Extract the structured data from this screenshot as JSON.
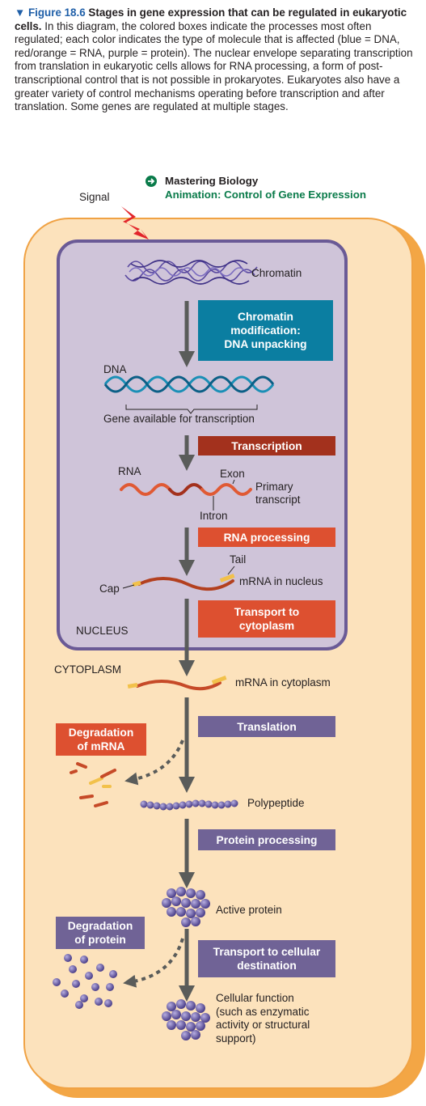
{
  "caption": {
    "figure_label": "▼ Figure 18.6",
    "title": "Stages in gene expression that can be regulated in eukaryotic cells.",
    "body": "In this diagram, the colored boxes indicate the processes most often regulated; each color indicates the type of molecule that is affected (blue = DNA, red/orange = RNA, purple = protein). The nuclear envelope separating transcription from translation in eukaryotic cells allows for RNA processing, a form of post-transcriptional control that is not possible in prokaryotes. Eukaryotes also have a greater variety of control mechanisms operating before transcription and after translation. Some genes are regulated at multiple stages."
  },
  "mastering": {
    "title": "Mastering Biology",
    "animation": "Animation: Control of Gene Expression",
    "icon": "arrow-circle-icon"
  },
  "labels": {
    "signal": "Signal",
    "chromatin": "Chromatin",
    "dna": "DNA",
    "gene_available": "Gene available for transcription",
    "rna": "RNA",
    "exon": "Exon",
    "primary_transcript": "Primary\ntranscript",
    "intron": "Intron",
    "tail": "Tail",
    "cap": "Cap",
    "mrna_nucleus": "mRNA in nucleus",
    "nucleus": "NUCLEUS",
    "cytoplasm": "CYTOPLASM",
    "mrna_cytoplasm": "mRNA in cytoplasm",
    "polypeptide": "Polypeptide",
    "active_protein": "Active protein",
    "cellular_function": "Cellular function\n(such as enzymatic\nactivity or structural\nsupport)"
  },
  "stages": {
    "chromatin_mod": "Chromatin\nmodification:\nDNA unpacking",
    "transcription": "Transcription",
    "rna_processing": "RNA processing",
    "transport_cytoplasm": "Transport to\ncytoplasm",
    "degradation_mrna": "Degradation\nof mRNA",
    "translation": "Translation",
    "protein_processing": "Protein processing",
    "degradation_protein": "Degradation\nof protein",
    "transport_cellular": "Transport to cellular\ndestination"
  },
  "colors": {
    "dna": "#0b7ea1",
    "rna_dark": "#a3311d",
    "rna": "#dd5030",
    "protein": "#706396",
    "cell_fill": "#fce2bc",
    "cell_edge": "#f3a645",
    "nucleus_fill": "#cfc4d9",
    "nucleus_edge": "#6a5a96",
    "arrow": "#5a5c5a"
  }
}
